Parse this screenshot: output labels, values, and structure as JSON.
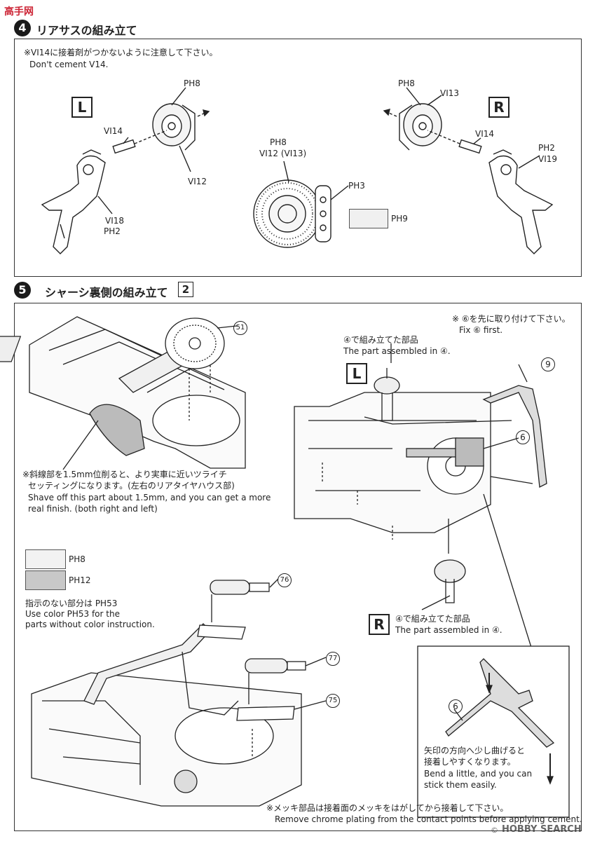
{
  "watermark_top": "高手网",
  "watermark_bottom": "HOBBY SEARCH",
  "copyright": "©",
  "step4": {
    "number": "4",
    "title": "リアサスの組み立て",
    "note_jp": "※VI14に接着剤がつかないように注意して下さい。",
    "note_en": "Don't cement V14.",
    "left_label": "L",
    "right_label": "R",
    "labels": {
      "ph8_left": "PH8",
      "vi14_left": "VI14",
      "vi12_left": "VI12",
      "vi18": "VI18",
      "ph2_left": "PH2",
      "ph8_center": "PH8",
      "vi12_vi13": "VI12 (VI13)",
      "ph3": "PH3",
      "ph9": "PH9",
      "ph8_right": "PH8",
      "vi13": "VI13",
      "vi14_right": "VI14",
      "ph2_right": "PH2",
      "vi19": "VI19"
    },
    "colors": {
      "ph9_swatch": "#f0f0f0"
    }
  },
  "step5": {
    "number": "5",
    "title": "シャーシ裏側の組み立て",
    "box": "2",
    "fix_jp": "※ ⑥を先に取り付けて下さい。",
    "fix_en": "Fix ⑥ first.",
    "assembled_L_jp": "④で組み立てた部品",
    "assembled_L_en": "The part assembled in ④.",
    "assembled_R_jp": "④で組み立てた部品",
    "assembled_R_en": "The part assembled in ④.",
    "left_label": "L",
    "right_label": "R",
    "part_51": "51",
    "part_9": "9",
    "part_6": "6",
    "part_76": "76",
    "part_77": "77",
    "part_75": "75",
    "part_6_inset": "6",
    "shave_jp_1": "※斜線部を1.5mm位削ると、より実車に近いツライチ",
    "shave_jp_2": "セッティングになります。(左右のリアタイヤハウス部)",
    "shave_en_1": "Shave off this part about 1.5mm, and you can get a more",
    "shave_en_2": "real finish. (both right and left)",
    "swatch_ph8": "PH8",
    "swatch_ph12": "PH12",
    "color_note_jp": "指示のない部分は PH53",
    "color_note_en1": "Use color PH53 for the",
    "color_note_en2": "parts without color instruction.",
    "bend_jp_1": "矢印の方向へ少し曲げると",
    "bend_jp_2": "接着しやすくなります。",
    "bend_en_1": "Bend a little, and you can",
    "bend_en_2": "stick them easily.",
    "chrome_jp": "※メッキ部品は接着面のメッキをはがしてから接着して下さい。",
    "chrome_en": "Remove chrome plating from the contact points before applying cement.",
    "colors": {
      "ph8": "#f2f2f2",
      "ph12": "#c8c8c8"
    }
  }
}
